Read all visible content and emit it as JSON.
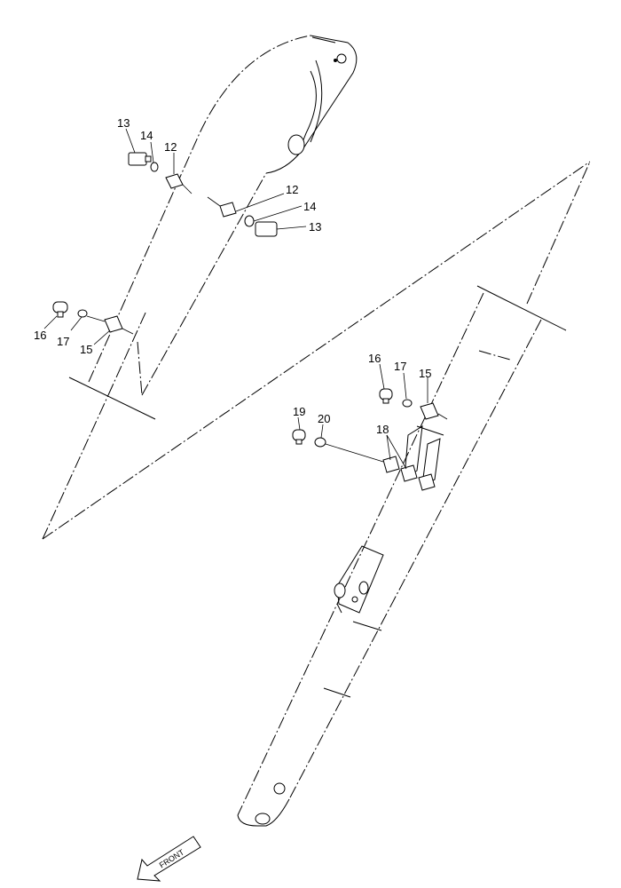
{
  "callouts": {
    "c13a": "13",
    "c14a": "14",
    "c12a": "12",
    "c12b": "12",
    "c14b": "14",
    "c13b": "13",
    "c16a": "16",
    "c17a": "17",
    "c15a": "15",
    "c16b": "16",
    "c17b": "17",
    "c15b": "15",
    "c19": "19",
    "c20": "20",
    "c18": "18"
  },
  "front_label": "FRONT"
}
